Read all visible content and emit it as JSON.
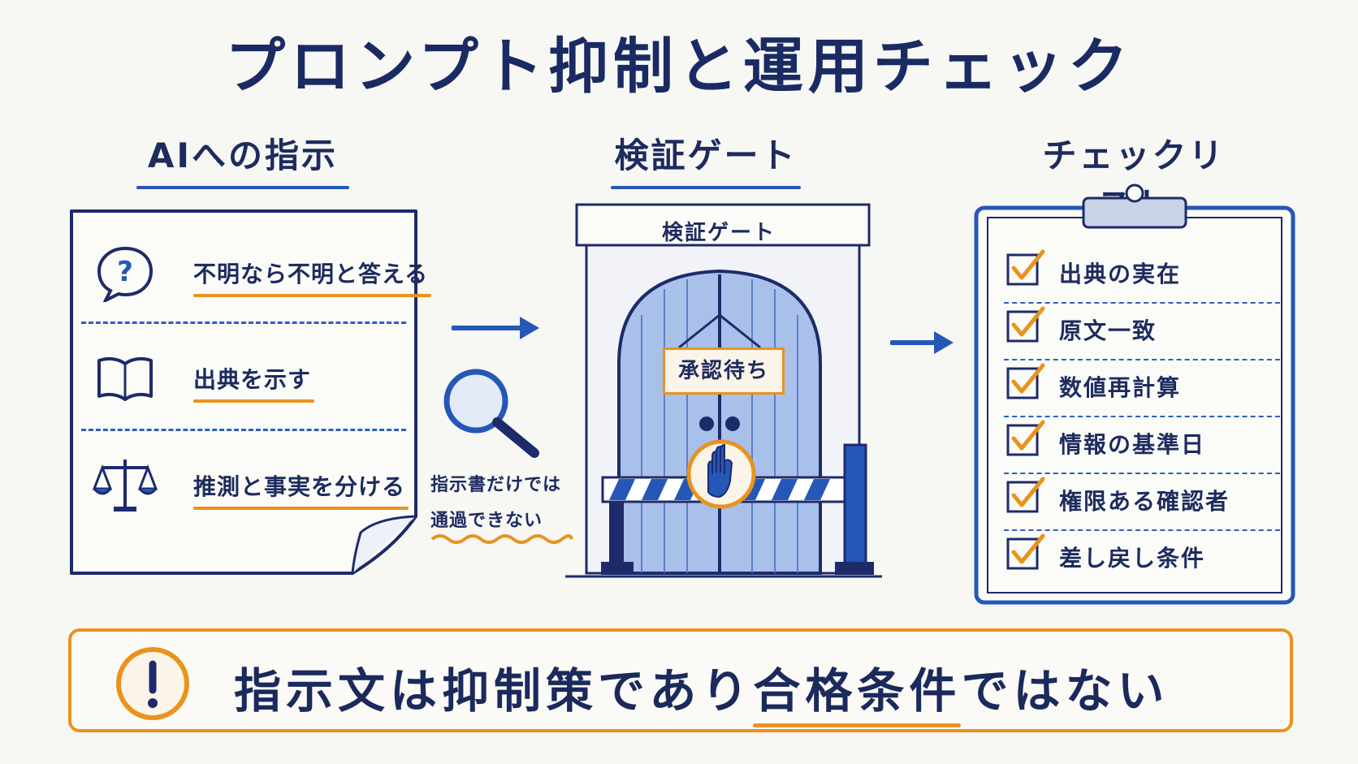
{
  "title": "プロンプト抑制と運用チェック",
  "columns": {
    "instructions": {
      "heading": "AIへの指示",
      "items": [
        {
          "label": "不明なら不明と答える",
          "icon": "question-bubble-icon"
        },
        {
          "label": "出典を示す",
          "icon": "book-icon"
        },
        {
          "label": "推測と事実を分ける",
          "icon": "scales-icon"
        }
      ]
    },
    "gate": {
      "heading": "検証ゲート",
      "gate_label": "検証ゲート",
      "sign": "承認待ち",
      "note_lines": [
        "指示書だけでは",
        "通過できない"
      ]
    },
    "checklist": {
      "heading": "チェックリスト",
      "items": [
        "出典の実在",
        "原文一致",
        "数値再計算",
        "情報の基準日",
        "権限ある確認者",
        "差し戻し条件"
      ]
    }
  },
  "banner": {
    "text_before": "指示文は抑制策であり",
    "text_emphasis": "合格条件",
    "text_after": "ではない"
  },
  "colors": {
    "navy": "#1b2a5c",
    "blue": "#2557b8",
    "orange": "#e9931e",
    "gate_fill": "#a9c0ea"
  }
}
